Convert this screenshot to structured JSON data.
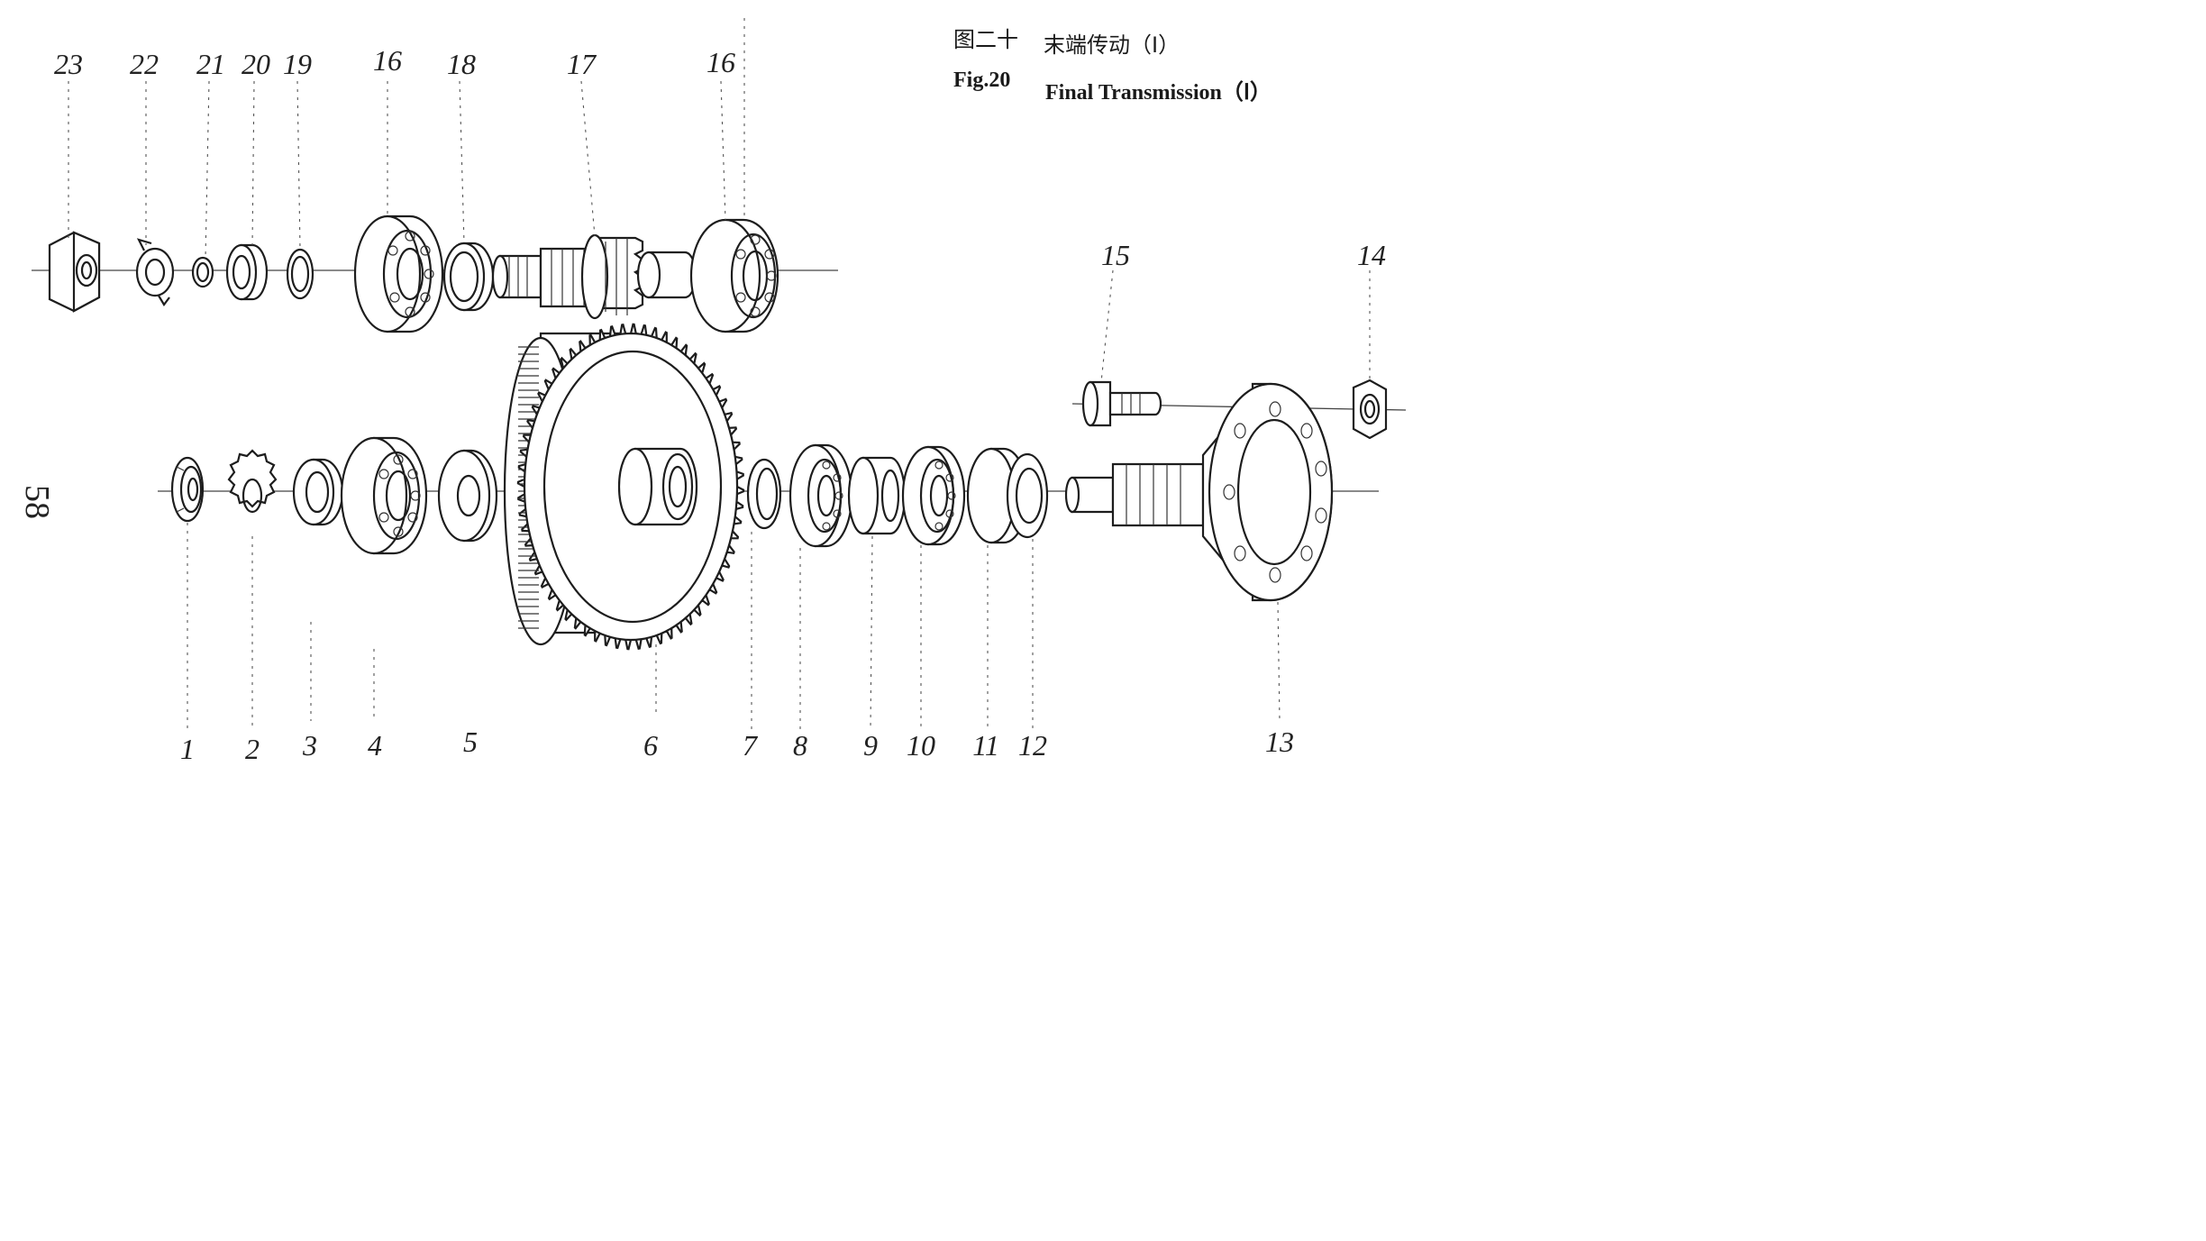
{
  "caption": {
    "cn_number": "图二十",
    "cn_title": "末端传动（Ⅰ）",
    "en_number": "Fig.20",
    "en_title": "Final Transmission（Ⅰ）"
  },
  "page_number": "58",
  "part_labels": {
    "p1": "1",
    "p2": "2",
    "p3": "3",
    "p4": "4",
    "p5": "5",
    "p6": "6",
    "p7": "7",
    "p8": "8",
    "p9": "9",
    "p10": "10",
    "p11": "11",
    "p12": "12",
    "p13": "13",
    "p14": "14",
    "p15": "15",
    "p16a": "16",
    "p16b": "16",
    "p17": "17",
    "p18": "18",
    "p19": "19",
    "p20": "20",
    "p21": "21",
    "p22": "22",
    "p23": "23"
  }
}
